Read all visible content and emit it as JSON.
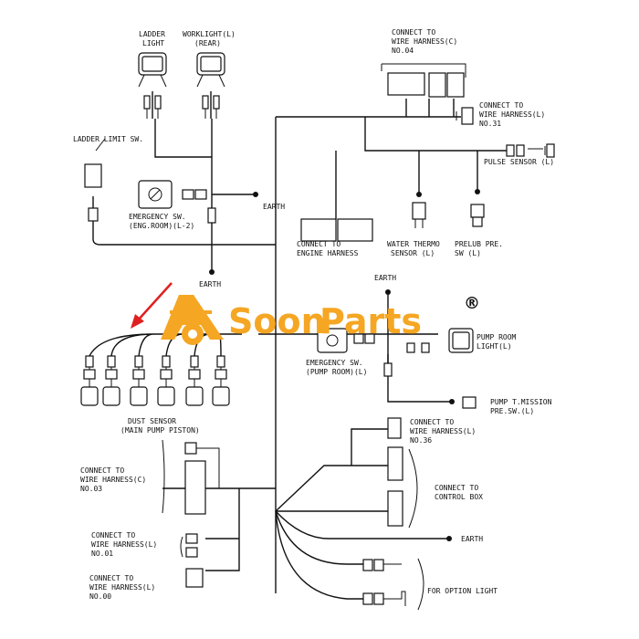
{
  "labels": {
    "ladder_light": [
      "LADDER",
      "LIGHT"
    ],
    "worklight": [
      "WORKLIGHT(L)",
      "(REAR)"
    ],
    "ladder_limit": "LADDER LIMIT SW.",
    "earth": "EARTH",
    "emergency_eng": [
      "EMERGENCY SW.",
      "(ENG.ROOM)(L-2)"
    ],
    "connect_harness_c_04": [
      "CONNECT TO",
      "WIRE HARNESS(C)",
      "NO.04"
    ],
    "connect_harness_l_31": [
      "CONNECT TO",
      "WIRE HARNESS(L)",
      "NO.31"
    ],
    "pulse_sensor": "PULSE SENSOR (L)",
    "connect_engine": [
      "CONNECT TO",
      "ENGINE HARNESS"
    ],
    "water_thermo": [
      "WATER THERMO",
      "SENSOR (L)"
    ],
    "prelub": [
      "PRELUB PRE.",
      "SW (L)"
    ],
    "pump_room_light": [
      "PUMP ROOM",
      "LIGHT(L)"
    ],
    "emergency_pump": [
      "EMERGENCY SW.",
      "(PUMP ROOM)(L)"
    ],
    "dust_sensor": [
      "DUST SENSOR",
      "(MAIN PUMP PISTON)"
    ],
    "pump_mission": [
      "PUMP T.MISSION",
      "PRE.SW.(L)"
    ],
    "connect_harness_l_36": [
      "CONNECT TO",
      "WIRE HARNESS(L)",
      "NO.36"
    ],
    "connect_harness_c_03": [
      "CONNECT TO",
      "WIRE HARNESS(C)",
      "NO.03"
    ],
    "connect_control_box": [
      "CONNECT TO",
      "CONTROL BOX"
    ],
    "connect_harness_l_01": [
      "CONNECT TO",
      "WIRE HARNESS(L)",
      "NO.01"
    ],
    "connect_harness_l_00": [
      "CONNECT TO",
      "WIRE HARNESS(L)",
      "NO.00"
    ],
    "for_option_light": "FOR OPTION LIGHT"
  },
  "watermark": {
    "brand_a": "Soon",
    "brand_b": "Parts",
    "registered": "®"
  },
  "colors": {
    "line": "#111111",
    "logo": "#f5a623",
    "arrow": "#e02020"
  }
}
